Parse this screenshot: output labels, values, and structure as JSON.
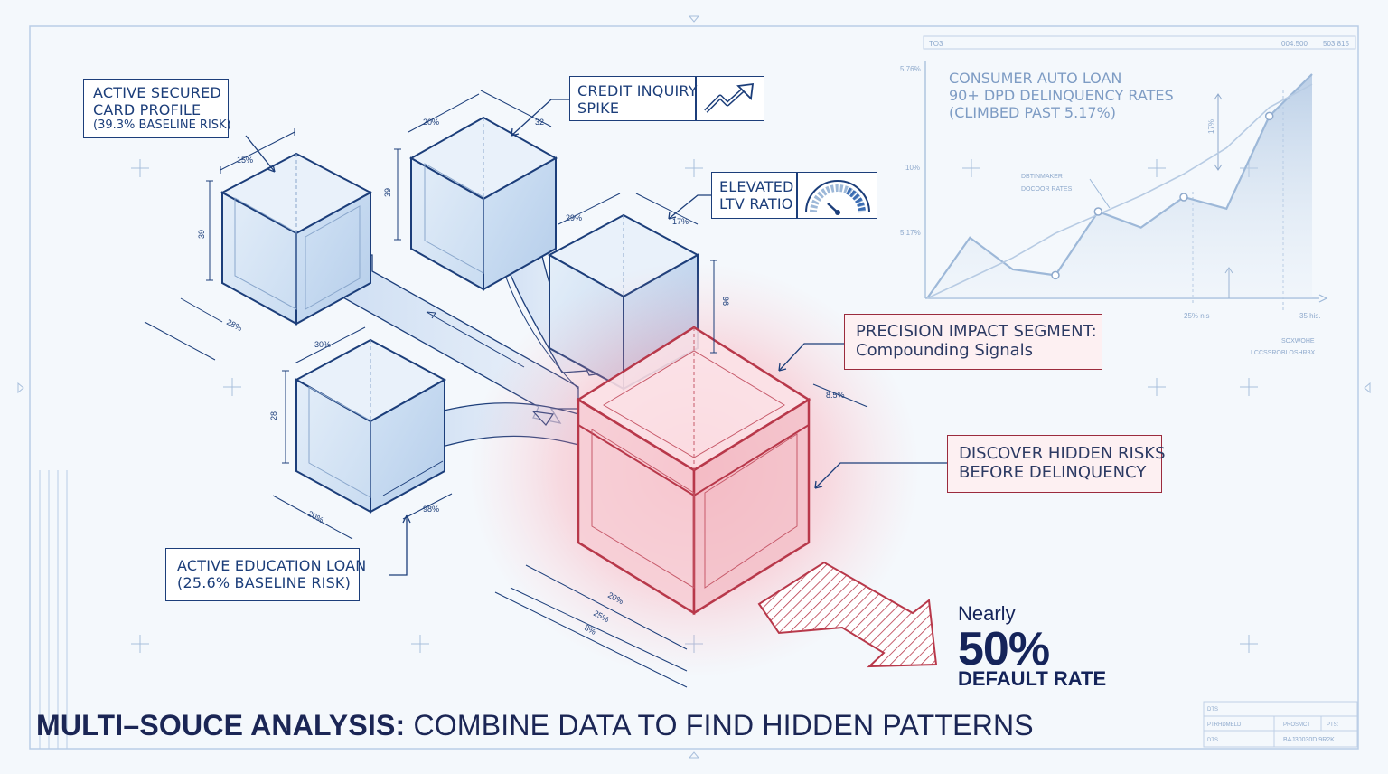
{
  "colors": {
    "blueprint": "#1c3e7a",
    "accent_red": "#c1394d",
    "chart_line": "#9db8d8",
    "title": "#1b2655"
  },
  "callouts": {
    "active_secured": {
      "line1": "ACTIVE SECURED",
      "line2": "CARD PROFILE",
      "line3": "(39.3% BASELINE RISK)"
    },
    "credit_inquiry": {
      "line1": "CREDIT INQUIRY",
      "line2": "SPIKE",
      "icon": "trend-up-arrow-icon"
    },
    "elevated_ltv": {
      "line1": "ELEVATED",
      "line2": "LTV RATIO",
      "icon": "gauge-icon"
    },
    "education": {
      "line1": "ACTIVE EDUCATION LOAN",
      "line2": "(25.6% BASELINE RISK)"
    },
    "precision": {
      "line1": "PRECISION IMPACT SEGMENT:",
      "line2": "Compounding Signals"
    },
    "discover": {
      "line1": "DISCOVER HIDDEN RISKS",
      "line2": "BEFORE DELINQUENCY"
    }
  },
  "cube_labels": {
    "a_top": "15%",
    "a_side": "39",
    "a_bottom": "28%",
    "b_top": "20%",
    "b_top2": "32",
    "b_side": "39",
    "c_top": "29%",
    "c_top2": "17%",
    "c_side": "96",
    "d_top": "30%",
    "d_side": "28",
    "d_bottom1": "20%",
    "d_bottom2": "98%",
    "e_side": "8.5%",
    "e_bottom1": "20%",
    "e_bottom2": "25%",
    "e_bottom3": "8%"
  },
  "chart": {
    "title_line1": "CONSUMER AUTO LOAN",
    "title_line2": "90+ DPD DELINQUENCY RATES",
    "title_line3": "(CLIMBED PAST 5.17%)",
    "header_left": "TO3",
    "header_mid": "004.500",
    "header_right": "503.815",
    "y_tick_top": "5.76%",
    "y_tick_mid": "10%",
    "y_tick_low": "5.17%",
    "annotation_line1": "DBTINMAKER",
    "annotation_line2": "DOCOOR RATES",
    "gap_label": "17%",
    "x_tick_1": "25% nis",
    "x_tick_2": "35 his.",
    "legend_line1": "SOXWOHE",
    "legend_line2": "LCCSSROBLOSHR8X"
  },
  "chart_data": {
    "type": "line",
    "title": "CONSUMER AUTO LOAN 90+ DPD DELINQUENCY RATES (CLIMBED PAST 5.17%)",
    "y_ticks": [
      "5.76%",
      "10%",
      "5.17%"
    ],
    "x_ticks": [
      "25% nis",
      "35 his."
    ],
    "series": [
      {
        "values": [
          0,
          42,
          20,
          16,
          60,
          49,
          70,
          62,
          126,
          155
        ]
      },
      {
        "values": [
          0,
          14,
          28,
          45,
          58,
          71,
          86,
          104,
          132,
          148
        ]
      }
    ],
    "markers_at_index": [
      3,
      4,
      6,
      8
    ],
    "grid": false
  },
  "stat": {
    "prefix": "Nearly",
    "value": "50%",
    "label": "DEFAULT RATE"
  },
  "title": {
    "bold": "MULTI–SOUCE ANALYSIS:",
    "rest": " COMBINE DATA TO FIND HIDDEN PATTERNS"
  },
  "title_block": {
    "r1_left": "DTS",
    "r2_a": "PTRHDMELD",
    "r2_b": "PROSMCT",
    "r2_c": "PTS:",
    "r3_a": "DTS",
    "r3_b": "BAJ30030D 9R2K"
  }
}
